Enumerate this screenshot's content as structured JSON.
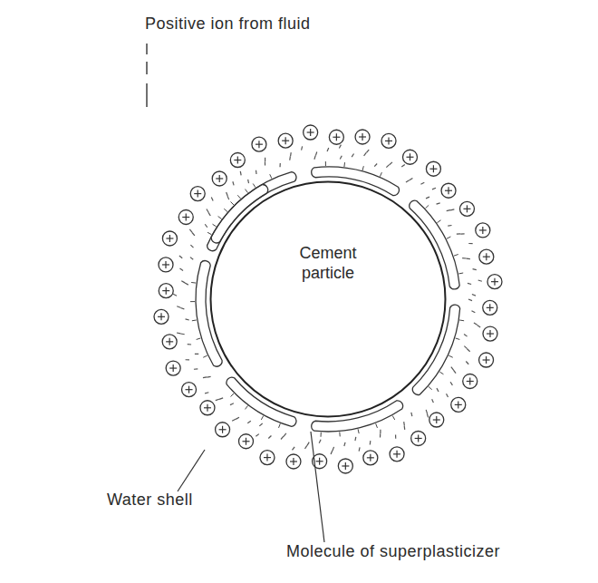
{
  "diagram": {
    "nodes": [
      {
        "text": [
          "Cement particle"
        ]
      }
    ],
    "labels": [
      "Positive ion from fluid",
      "Water shell",
      "Molecule of superplasticizer"
    ]
  }
}
